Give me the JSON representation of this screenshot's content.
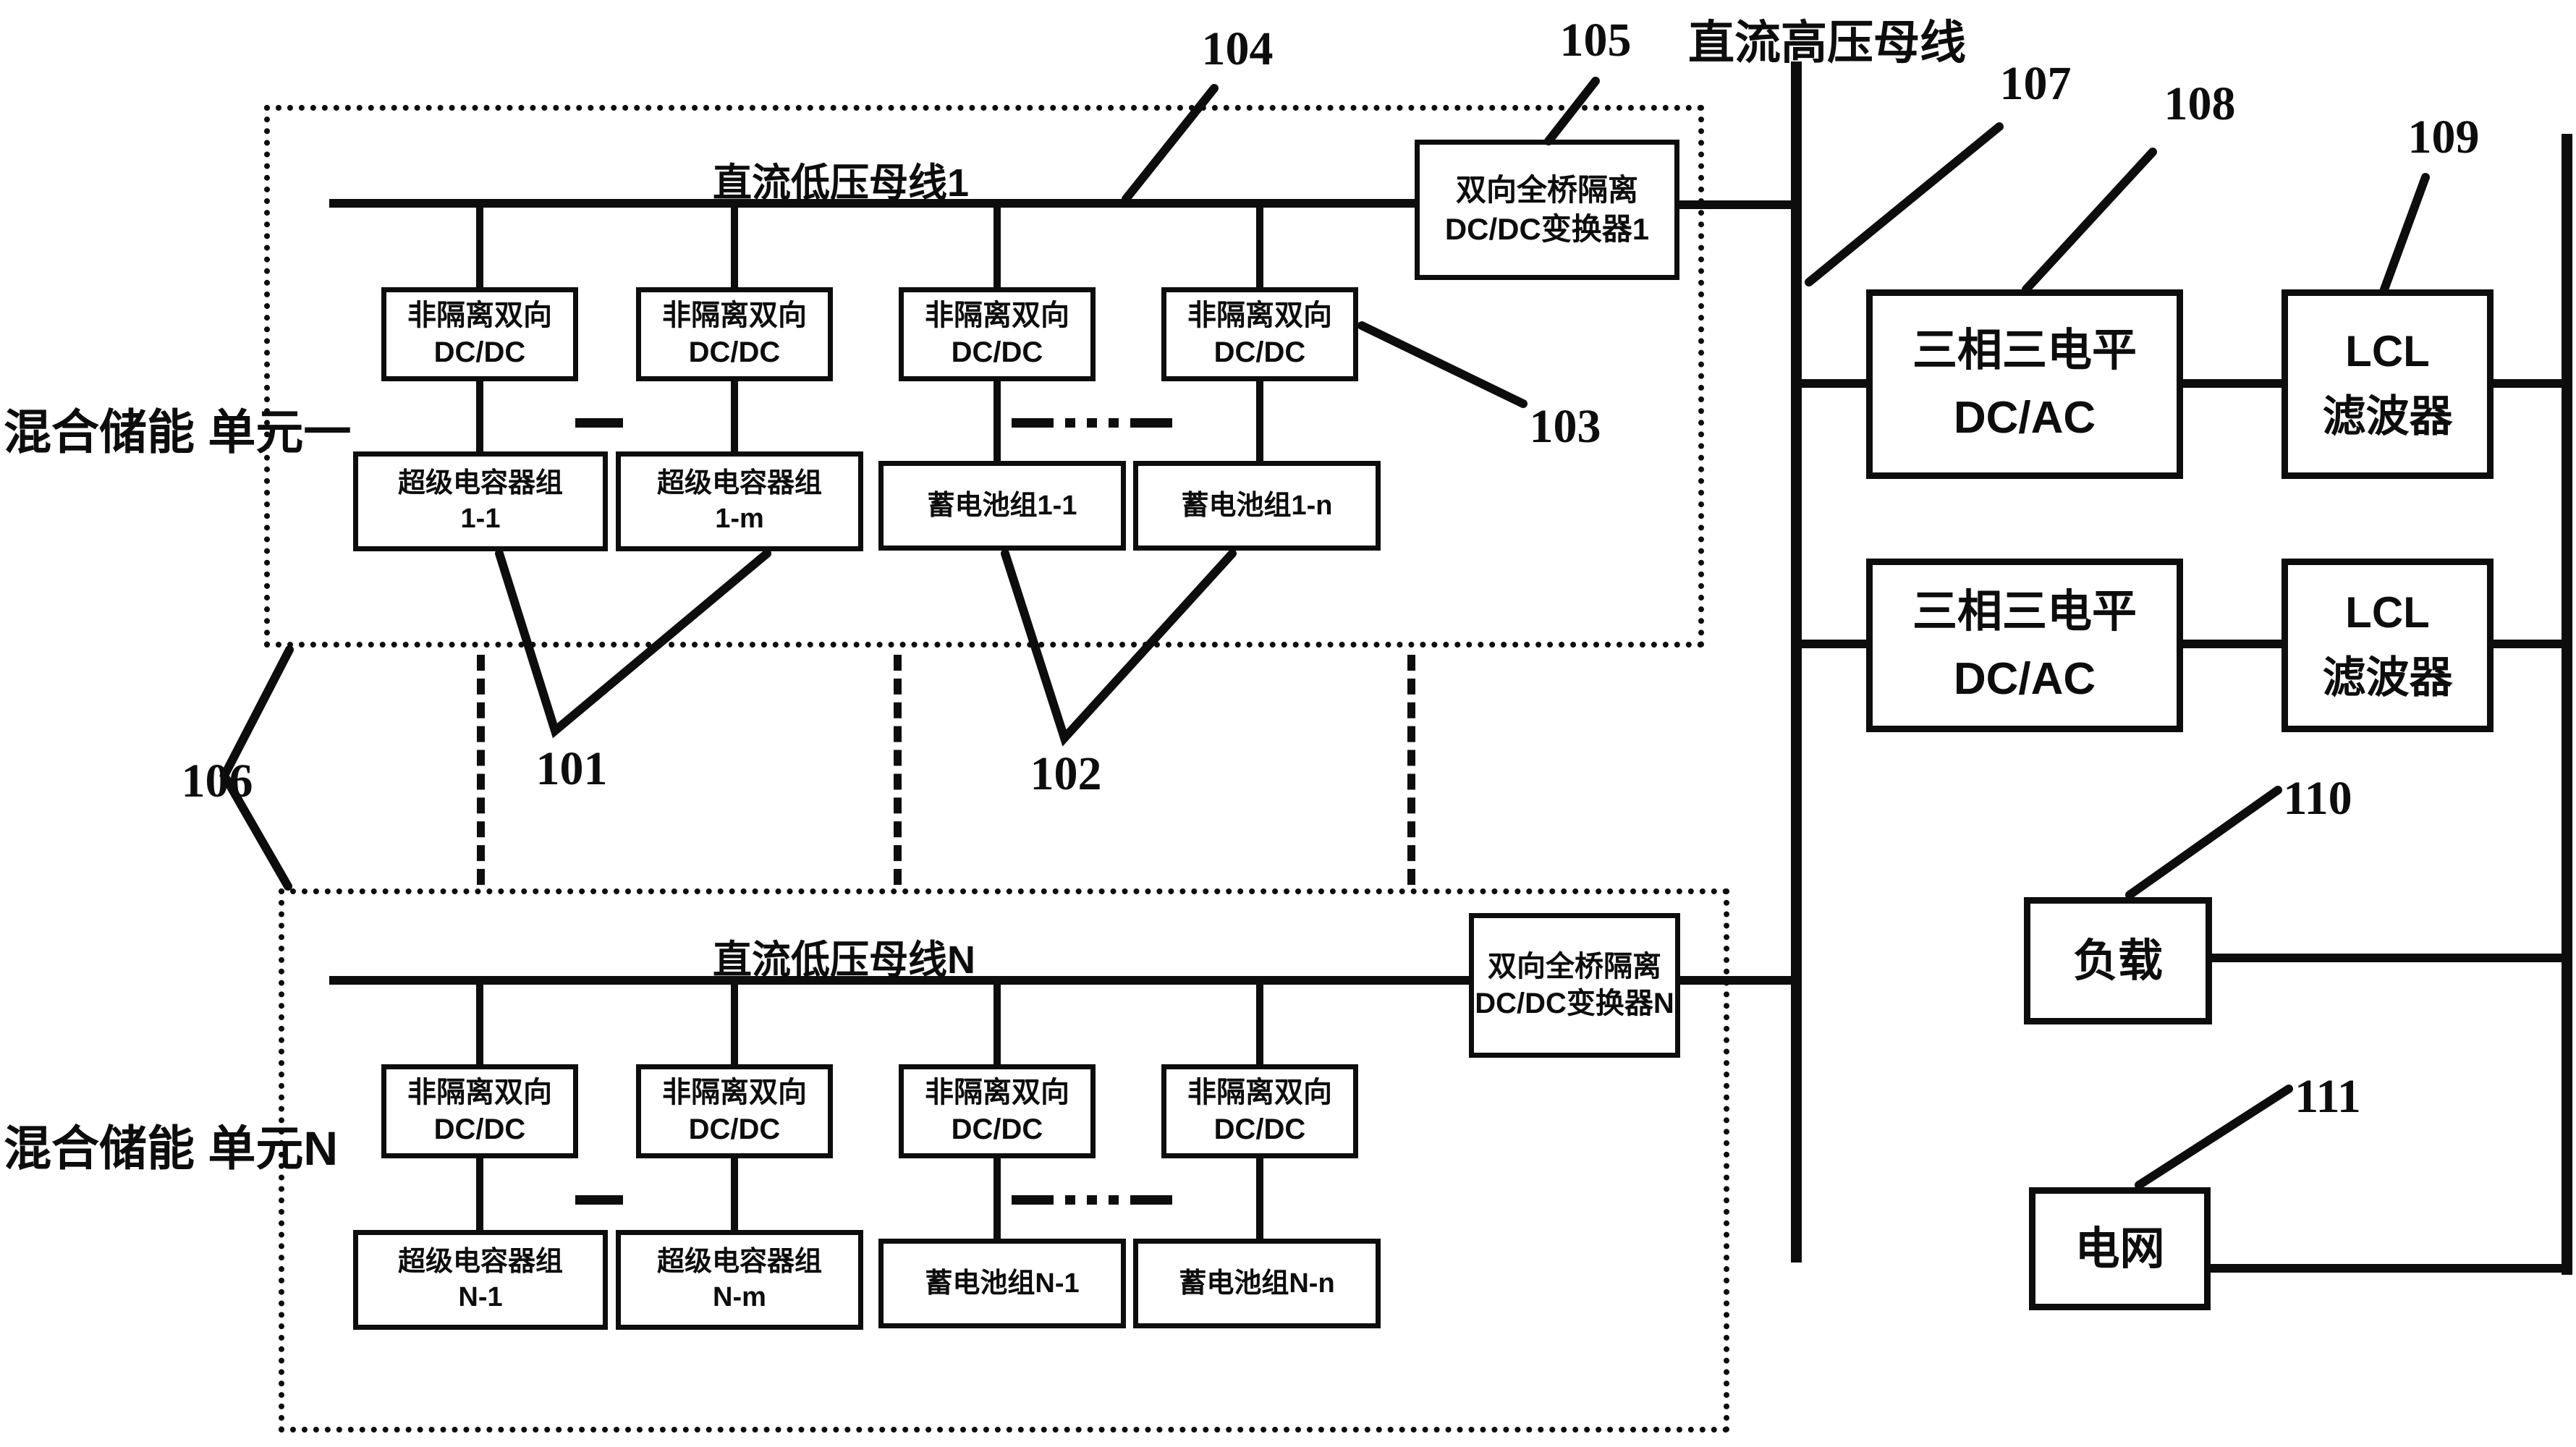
{
  "hv_bus_label": "直流高压母线",
  "units": [
    {
      "side_label_1": "混合储能",
      "side_label_2": "单元一",
      "bus_label": "直流低压母线1",
      "converter_1": "双向全桥隔离",
      "converter_2": "DC/DC变换器1",
      "dcdc_1": "非隔离双向",
      "dcdc_2": "DC/DC",
      "storage": [
        {
          "l1": "超级电容器组",
          "l2": "1-1"
        },
        {
          "l1": "超级电容器组",
          "l2": "1-m"
        },
        {
          "l1": "蓄电池组1-1"
        },
        {
          "l1": "蓄电池组1-n"
        }
      ]
    },
    {
      "side_label_1": "混合储能",
      "side_label_2": "单元N",
      "bus_label": "直流低压母线N",
      "converter_1": "双向全桥隔离",
      "converter_2": "DC/DC变换器N",
      "dcdc_1": "非隔离双向",
      "dcdc_2": "DC/DC",
      "storage": [
        {
          "l1": "超级电容器组",
          "l2": "N-1"
        },
        {
          "l1": "超级电容器组",
          "l2": "N-m"
        },
        {
          "l1": "蓄电池组N-1"
        },
        {
          "l1": "蓄电池组N-n"
        }
      ]
    }
  ],
  "grid_side": {
    "dcac_1": "三相三电平",
    "dcac_2": "DC/AC",
    "lcl_1": "LCL",
    "lcl_2": "滤波器",
    "load": "负载",
    "grid": "电网"
  },
  "refs": {
    "r101": "101",
    "r102": "102",
    "r103": "103",
    "r104": "104",
    "r105": "105",
    "r106": "106",
    "r107": "107",
    "r108": "108",
    "r109": "109",
    "r110": "110",
    "r111": "111"
  },
  "colors": {
    "line": "#0d0d0d",
    "background": "#ffffff"
  }
}
